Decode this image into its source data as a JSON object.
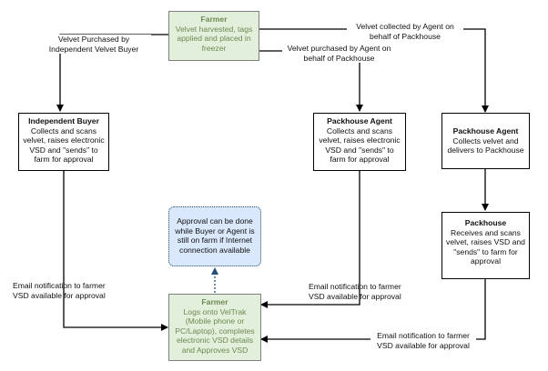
{
  "nodes": {
    "farmer_top": {
      "title": "Farmer",
      "body": "Velvet harvested, tags applied and placed in freezer"
    },
    "independent_buyer": {
      "title": "Independent Buyer",
      "body": "Collects and scans velvet, raises electronic VSD and \"sends\" to farm for approval"
    },
    "packhouse_agent_mid": {
      "title": "Packhouse Agent",
      "body": "Collects and scans velvet, raises electronic VSD and \"sends\" to farm for approval"
    },
    "packhouse_agent_right": {
      "title": "Packhouse Agent",
      "body": "Collects velvet and delivers to Packhouse"
    },
    "packhouse": {
      "title": "Packhouse",
      "body": "Receives and scans velvet, raises VSD and \"sends\" to farm for approval"
    },
    "note": {
      "body": "Approval can be done while Buyer or Agent is still on farm if Internet connection available"
    },
    "farmer_bottom": {
      "title": "Farmer",
      "body": "Logs onto VelTrak (Mobile phone or PC/Laptop), completes electronic VSD details and Approves VSD"
    }
  },
  "labels": {
    "to_independent": "Velvet Purchased by Independent Velvet Buyer",
    "to_agent_mid": "Velvet purchased by Agent on behalf of Packhouse",
    "to_agent_right": "Velvet collected by Agent on behalf of Packhouse",
    "email_left": "Email notification to farmer VSD available for approval",
    "email_mid": "Email notification to farmer VSD available for approval",
    "email_right": "Email notification to farmer VSD available for approval"
  },
  "colors": {
    "farmer_fill": "#e2efda",
    "farmer_text": "#6d8a55",
    "note_fill": "#dae8fc",
    "note_border": "#1f4e79"
  }
}
